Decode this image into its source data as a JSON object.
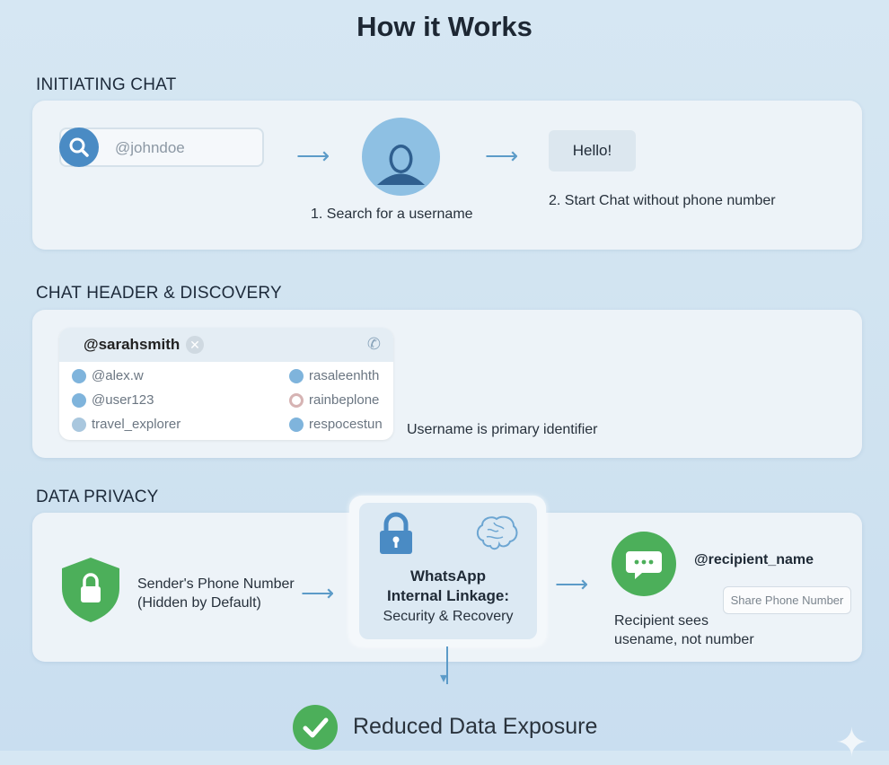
{
  "title": "How it Works",
  "sections": {
    "initiating": {
      "label": "INITIATING CHAT",
      "search_value": "@johndoe",
      "step1": "1. Search for a username",
      "bubble": "Hello!",
      "step2": "2. Start Chat without phone number"
    },
    "header": {
      "label": "CHAT HEADER & DISCOVERY",
      "username": "@sarahsmith",
      "left_items": [
        "@alex.w",
        "@user123",
        "travel_explorer"
      ],
      "right_items": [
        "rasaleenhth",
        "rainbeplone",
        "respocestun"
      ],
      "caption": "Username is primary identifier"
    },
    "privacy": {
      "label": "DATA PRIVACY",
      "sender_line1": "Sender's Phone Number",
      "sender_line2": "(Hidden by Default)",
      "center_title1": "WhatsApp",
      "center_title2": "Internal Linkage:",
      "center_sub": "Security & Recovery",
      "recipient": "@recipient_name",
      "share_button": "Share Phone Number",
      "recipient_line1": "Recipient sees",
      "recipient_line2": "usename, not number"
    }
  },
  "result": "Reduced Data Exposure",
  "colors": {
    "accent_blue": "#4a8bc4",
    "green": "#4caf5a"
  }
}
